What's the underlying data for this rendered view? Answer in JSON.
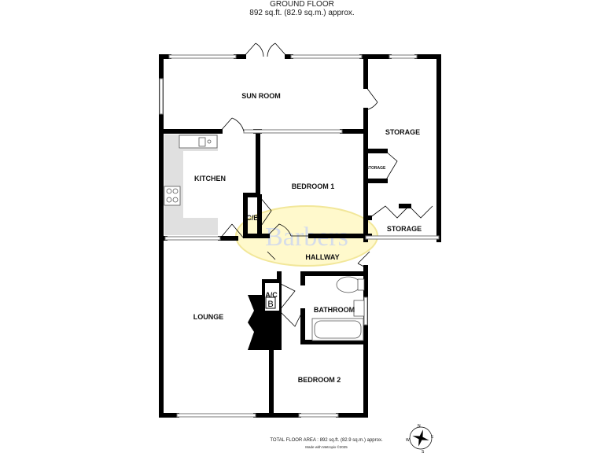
{
  "header": {
    "floor": "GROUND FLOOR",
    "area": "892 sq.ft. (82.9 sq.m.) approx."
  },
  "rooms": {
    "sun_room": "SUN ROOM",
    "storage_top": "STORAGE",
    "storage_small": "STORAGE",
    "storage_bottom": "STORAGE",
    "kitchen": "KITCHEN",
    "bedroom1": "BEDROOM 1",
    "cb": "C/B",
    "hallway": "HALLWAY",
    "ac": "A/C",
    "boiler": "B",
    "lounge": "LOUNGE",
    "bathroom": "BATHROOM",
    "bedroom2": "BEDROOM 2"
  },
  "watermark": {
    "text": "Barbers",
    "color": "#fff7c0"
  },
  "footer": {
    "total": "TOTAL FLOOR AREA : 892 sq.ft. (82.9 sq.m.) approx.",
    "credit": "Made with Metropix ©2025"
  },
  "compass": {
    "n": "N",
    "s": "S",
    "e": "E",
    "w": "W"
  },
  "colors": {
    "wall": "#000000",
    "kitchen_counter": "#e0e0e0"
  }
}
